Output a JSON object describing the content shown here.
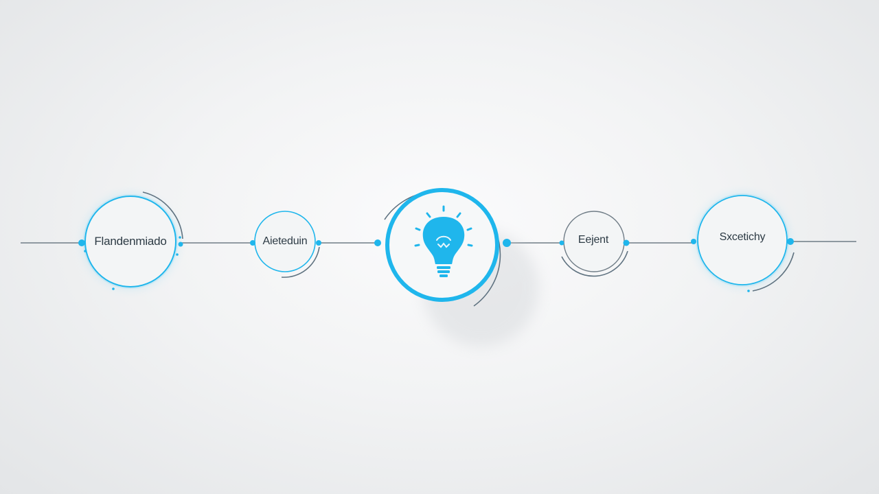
{
  "colors": {
    "accent": "#1fb6ec",
    "accent_glow": "#7fd6f5",
    "line": "#6f7c86",
    "arc": "#5f7280",
    "text": "#2c3a44"
  },
  "nodes": [
    {
      "label": "Flandenmiado"
    },
    {
      "label": "Aieteduin"
    },
    {
      "icon": "lightbulb-icon"
    },
    {
      "label": "Eejent"
    },
    {
      "label": "Sxcetichy"
    }
  ]
}
